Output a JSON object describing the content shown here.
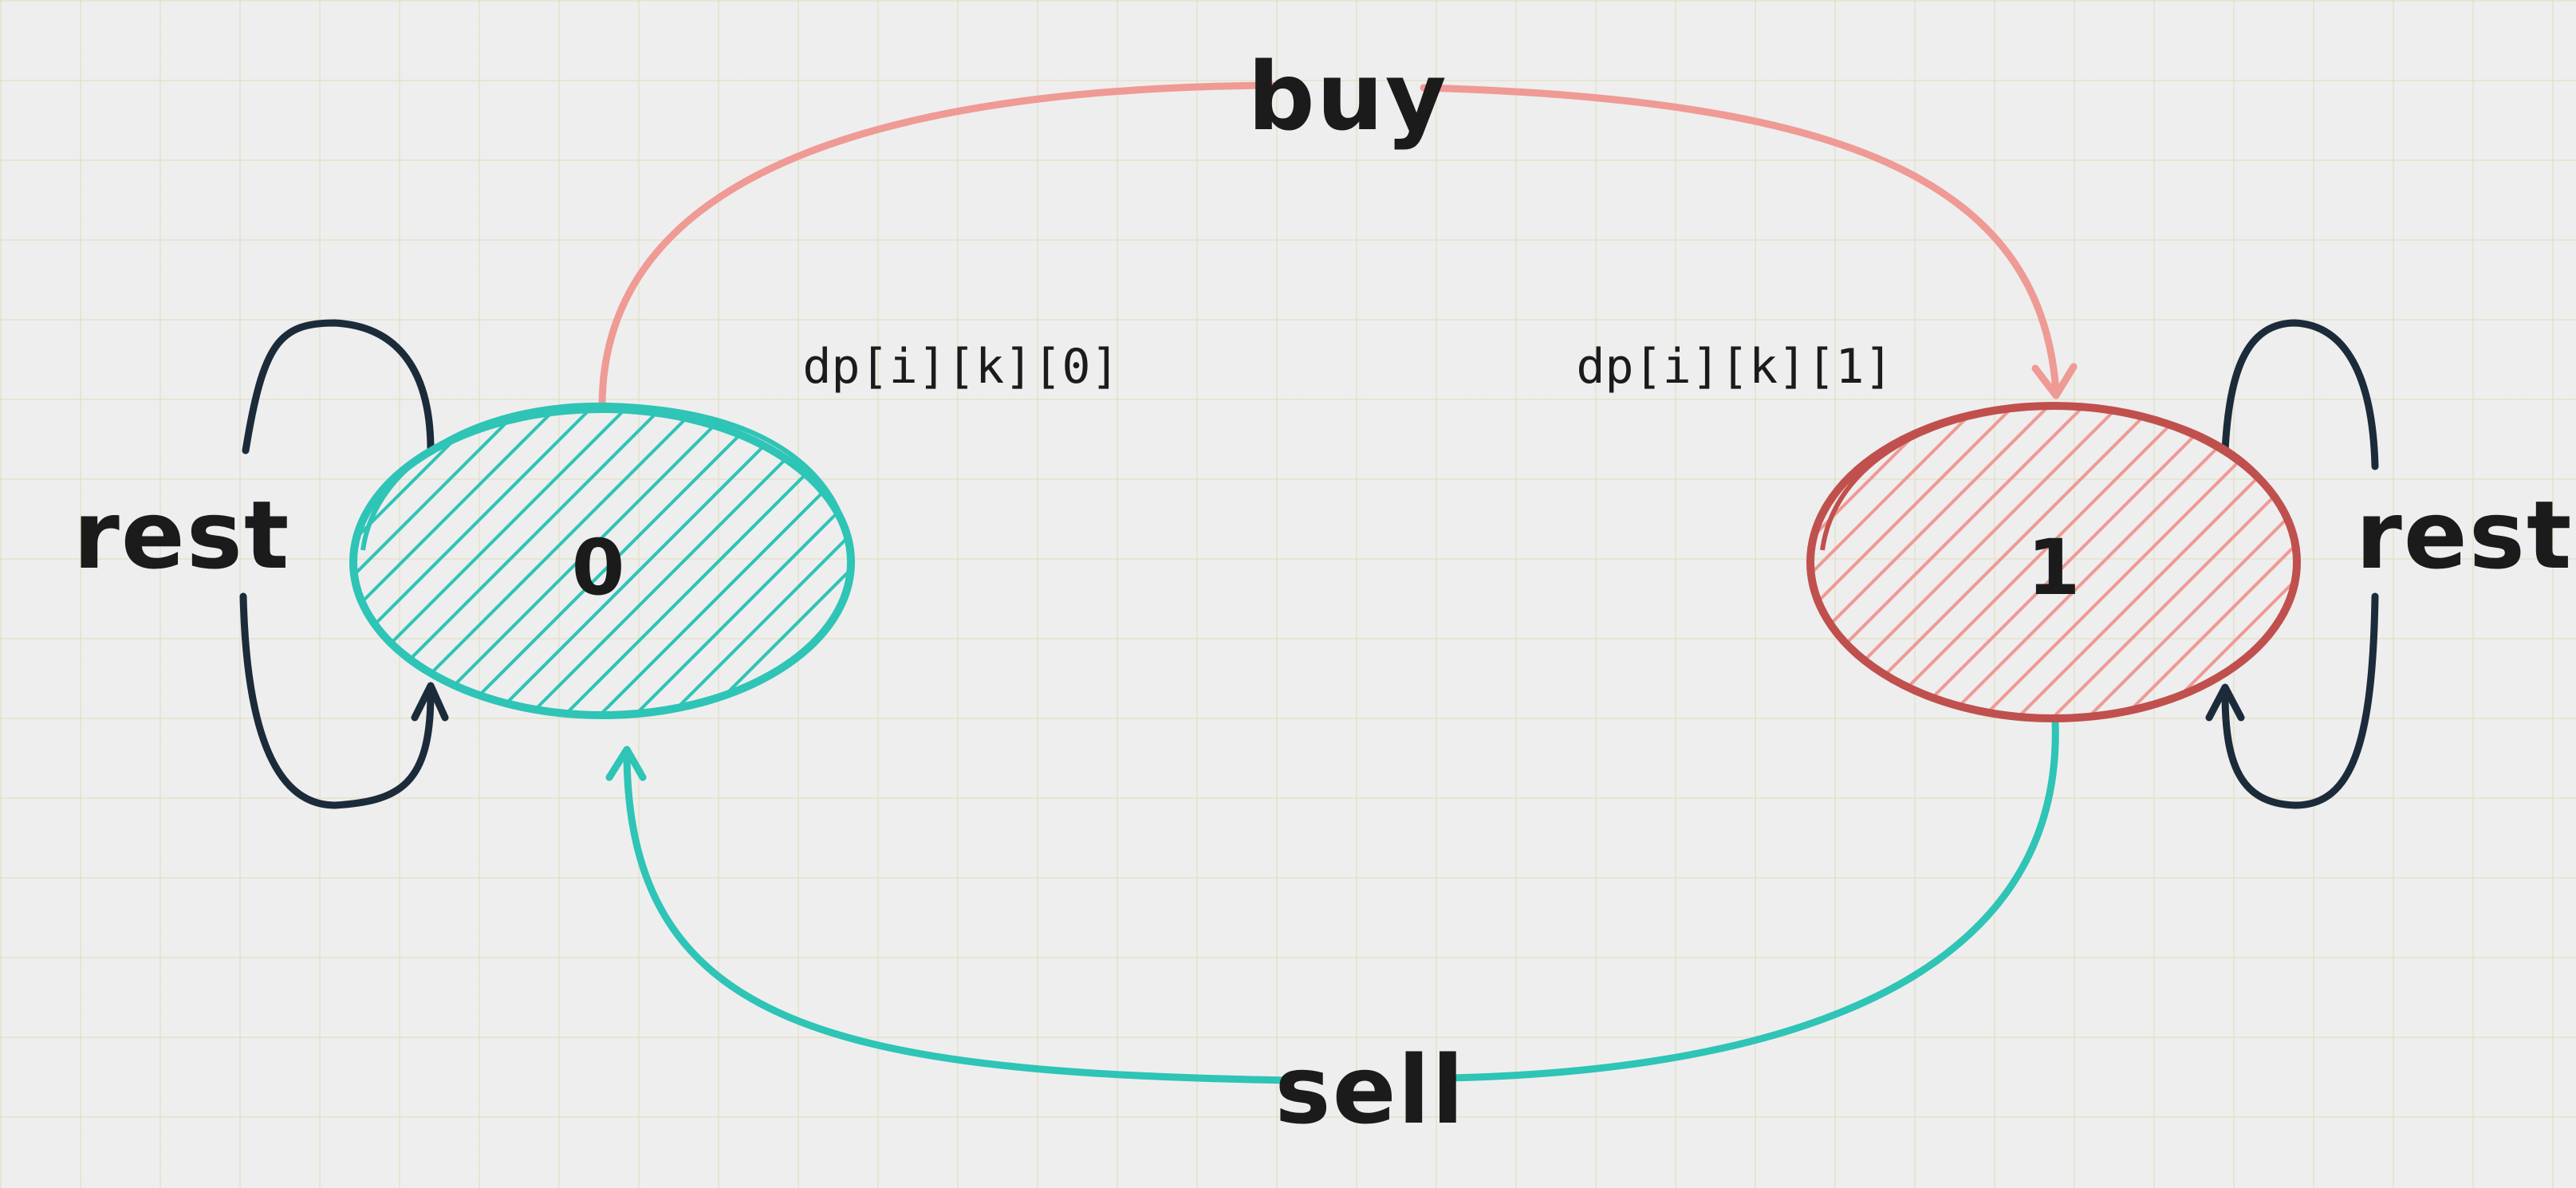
{
  "colors": {
    "teal": "#2ec4b6",
    "salmon": "#ef9a95",
    "red_outline": "#c0504d",
    "navy": "#1c2b3a",
    "text": "#1b1b1b",
    "background": "#eeeeee"
  },
  "states": [
    {
      "label": "0",
      "dp_label": "dp[i][k][0]"
    },
    {
      "label": "1",
      "dp_label": "dp[i][k][1]"
    }
  ],
  "transitions": {
    "buy": "buy",
    "sell": "sell",
    "rest_left": "rest",
    "rest_right": "rest"
  }
}
